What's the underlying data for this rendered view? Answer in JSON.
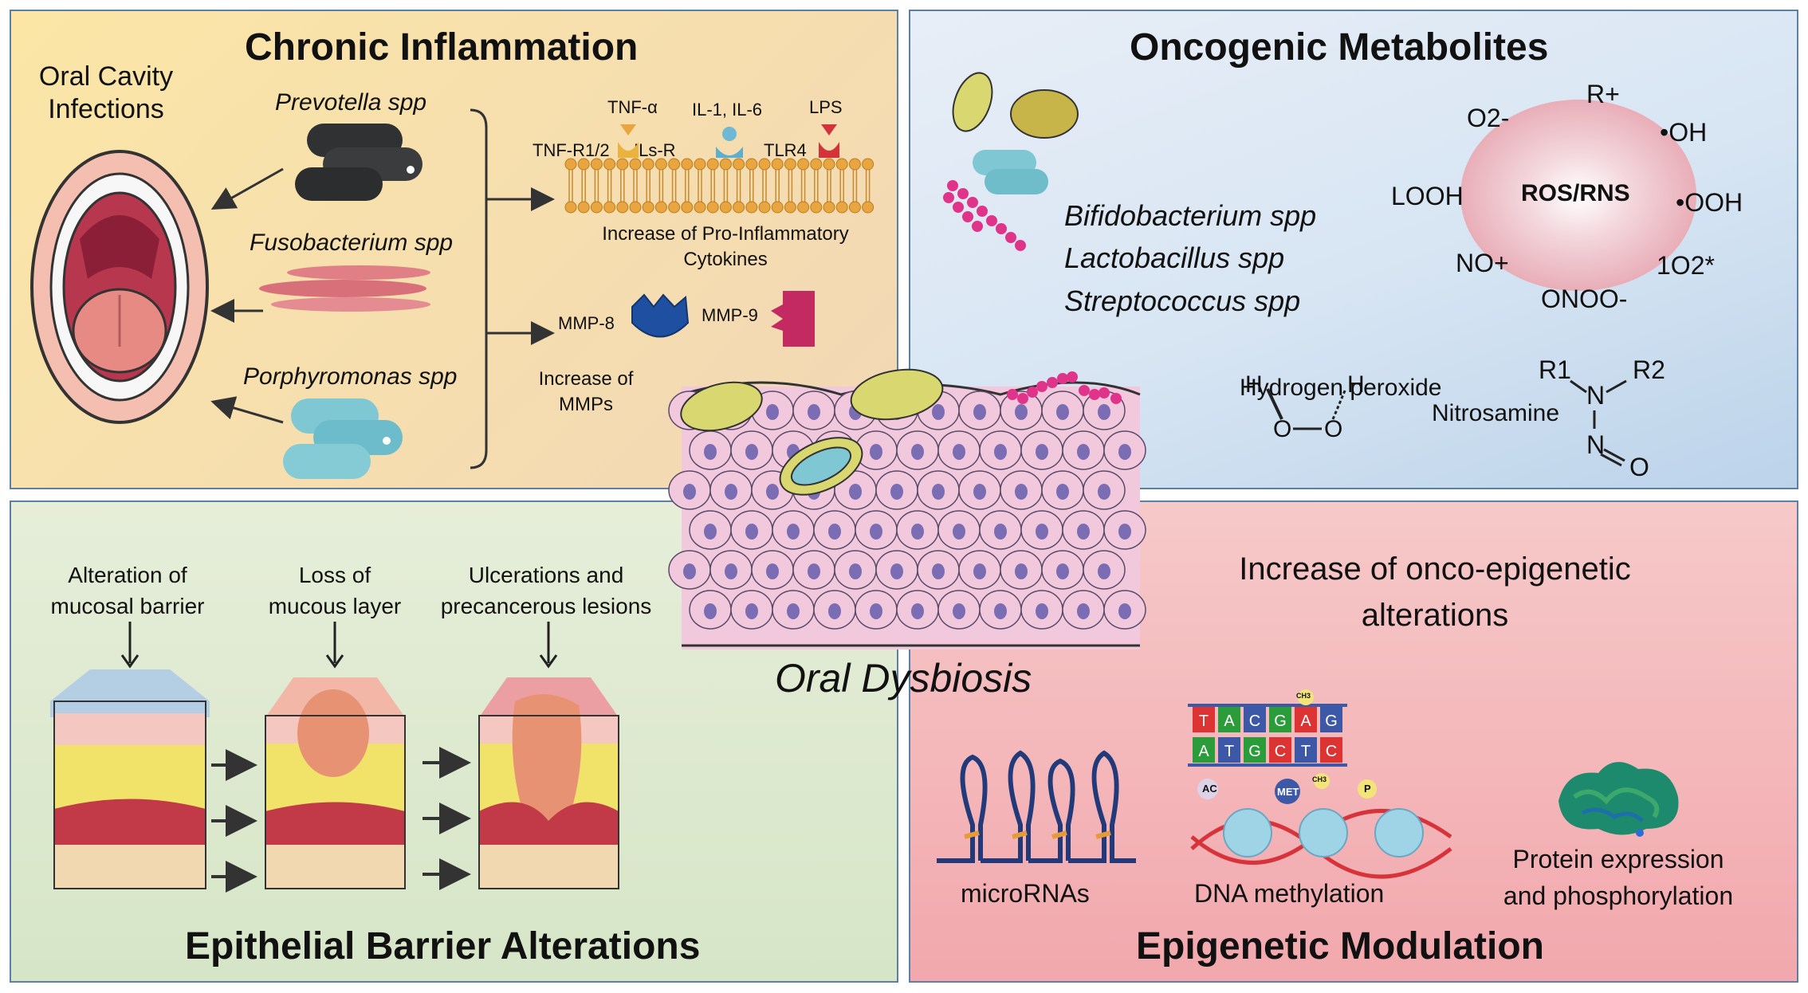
{
  "center": {
    "label": "Oral Dysbiosis"
  },
  "chronic_inflammation": {
    "title": "Chronic Inflammation",
    "infection_label": [
      "Oral Cavity",
      "Infections"
    ],
    "bacteria": [
      "Prevotella spp",
      "Fusobacterium spp",
      "Porphyromonas spp"
    ],
    "receptors": {
      "tnf_alpha": "TNF-α",
      "il": "IL-1, IL-6",
      "lps": "LPS",
      "tnfr": "TNF-R1/2",
      "ilsr": "ILs-R",
      "tlr4": "TLR4"
    },
    "cytokines_label": [
      "Increase of Pro-Inflammatory",
      "Cytokines"
    ],
    "mmp8": "MMP-8",
    "mmp9": "MMP-9",
    "mmps_label": [
      "Increase of",
      "MMPs"
    ]
  },
  "oncogenic_metabolites": {
    "title": "Oncogenic Metabolites",
    "bacteria": [
      "Bifidobacterium spp",
      "Lactobacillus spp",
      "Streptococcus spp"
    ],
    "ros_center": "ROS/RNS",
    "ros_items": [
      "R+",
      "O2-",
      "•OH",
      "LOOH",
      "•OOH",
      "NO+",
      "1O2*",
      "ONOO-"
    ],
    "hydrogen_peroxide": "Hydrogen peroxide",
    "nitrosamine": "Nitrosamine",
    "h2o2_atoms": {
      "h": "H",
      "o": "O"
    },
    "nitro_atoms": {
      "r1": "R1",
      "r2": "R2",
      "n": "N",
      "o": "O"
    }
  },
  "epithelial": {
    "title": "Epithelial Barrier Alterations",
    "stages": [
      [
        "Alteration of",
        "mucosal barrier"
      ],
      [
        "Loss of",
        "mucous layer"
      ],
      [
        "Ulcerations and",
        "precancerous lesions"
      ]
    ]
  },
  "epigenetic": {
    "title": "Epigenetic Modulation",
    "header": [
      "Increase of onco-epigenetic",
      "alterations"
    ],
    "items": [
      "microRNAs",
      "DNA methylation",
      "Protein expression",
      "and phosphorylation"
    ],
    "dna_top": [
      "T",
      "A",
      "C",
      "G",
      "A",
      "G"
    ],
    "dna_bottom": [
      "A",
      "T",
      "G",
      "C",
      "T",
      "C"
    ],
    "marks": {
      "ac": "AC",
      "met": "MET",
      "p": "P",
      "ch3": "CH3"
    }
  },
  "colors": {
    "tl_bg": "#f8e2ae",
    "tr_bg": "#d7e5f3",
    "bl_bg": "#dde9cf",
    "br_bg": "#f4b8bb",
    "border": "#5c7fa3",
    "prevotella": "#2f3133",
    "fusobacterium": "#e07f86",
    "porphyromonas": "#7ec7d3",
    "membrane": "#e9a640",
    "cell": "#f2c9dc",
    "nucleus": "#7b6db3",
    "streptococcus": "#e0338a"
  }
}
